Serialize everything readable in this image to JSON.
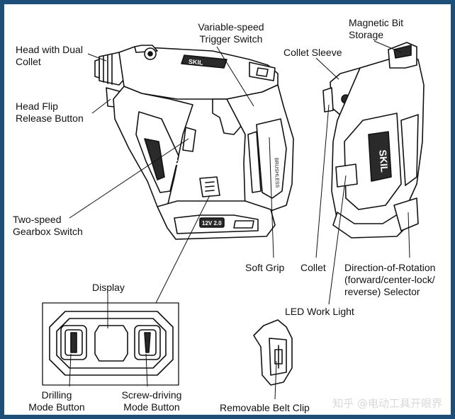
{
  "labels": {
    "head_dual_collet": [
      "Head with Dual",
      "Collet"
    ],
    "variable_speed_trigger": [
      "Variable-speed",
      "Trigger Switch"
    ],
    "magnetic_bit_storage": [
      "Magnetic Bit",
      "Storage"
    ],
    "collet_sleeve": "Collet Sleeve",
    "head_flip_release": [
      "Head Flip",
      "Release Button"
    ],
    "two_speed_gearbox": [
      "Two-speed",
      "Gearbox Switch"
    ],
    "soft_grip": "Soft Grip",
    "collet": "Collet",
    "direction_selector": [
      "Direction-of-Rotation",
      "(forward/center-lock/",
      "reverse) Selector"
    ],
    "display": "Display",
    "led_work_light": "LED Work Light",
    "drilling_mode": [
      "Drilling",
      "Mode Button"
    ],
    "screw_driving_mode": [
      "Screw-driving",
      "Mode Button"
    ],
    "belt_clip": "Removable Belt Clip"
  },
  "tool_markings": {
    "brand": "SKIL",
    "battery": "12V 2.0",
    "brushless": "BRUSHLESS"
  },
  "watermark": "知乎 @电动工具开眼界",
  "colors": {
    "border": "#1d4f78",
    "line": "#111111",
    "fill": "#ffffff",
    "dark": "#2a2a2a"
  }
}
